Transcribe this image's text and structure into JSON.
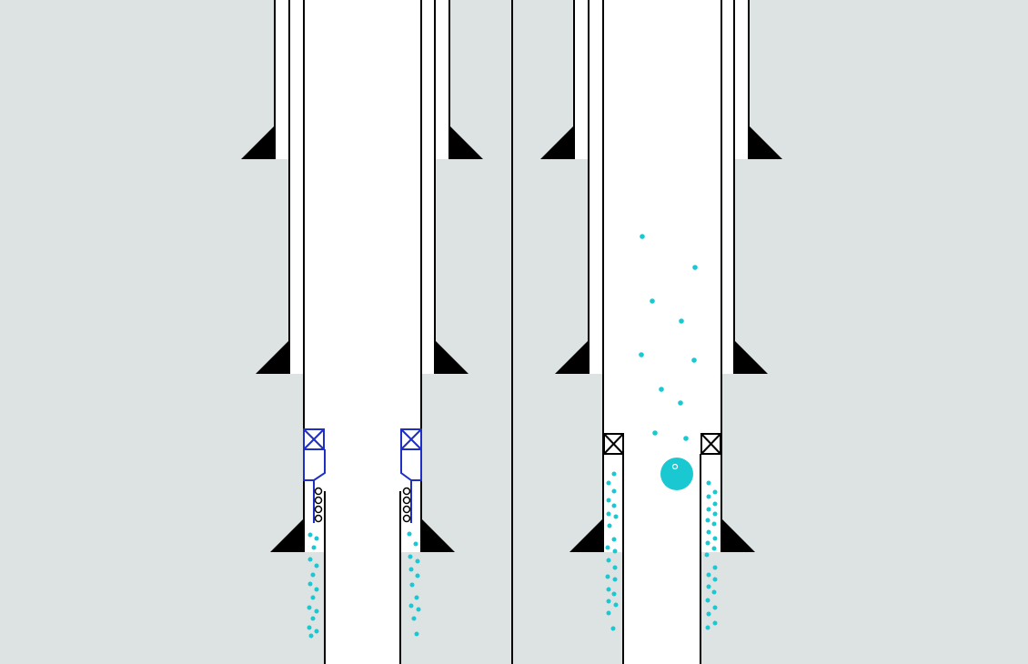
{
  "diagram": {
    "description_text": "",
    "colors": {
      "background": "#dde2e2",
      "wellbore": "#ffffff",
      "casing_line": "#000000",
      "shoe": "#000000",
      "packer_tool": "#1f2fc4",
      "packer_set": "#000000",
      "fluid_particles": "#1ac8d2"
    },
    "panels": [
      {
        "id": "left-well",
        "packer_state": "running-tool-engaged",
        "casing_strings": 3,
        "has_ball": false
      },
      {
        "id": "right-well",
        "packer_state": "set",
        "casing_strings": 3,
        "has_ball": true
      }
    ],
    "icons": {
      "casing_shoe": "casing-shoe-icon",
      "packer": "packer-icon",
      "ball": "drop-ball-icon"
    }
  }
}
